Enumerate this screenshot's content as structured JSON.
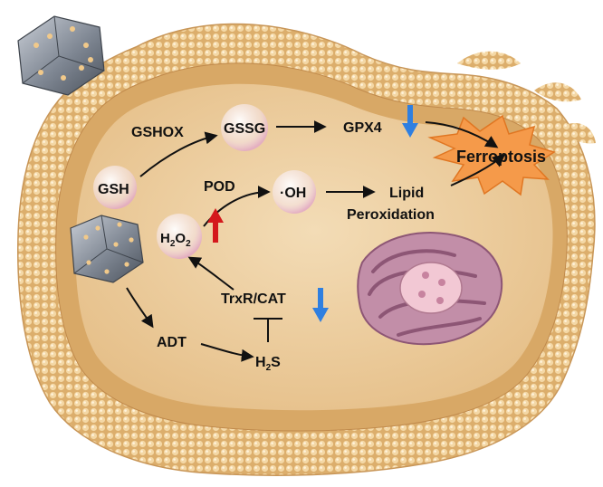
{
  "nodes": {
    "gshox": "GSHOX",
    "gssg": "GSSG",
    "gpx4": "GPX4",
    "ferroptosis": "Ferroptosis",
    "gsh": "GSH",
    "pod": "POD",
    "oh": "·OH",
    "lipid": "Lipid",
    "peroxidation": "Peroxidation",
    "h2o2_main": "H",
    "h2o2_sub": "2",
    "h2o2_mid": "O",
    "h2o2_sub2": "2",
    "trxr_cat": "TrxR/CAT",
    "adt": "ADT",
    "h2s_main": "H",
    "h2s_sub": "2",
    "h2s_end": "S"
  },
  "indicators": {
    "gpx4": "down",
    "h2o2": "up",
    "trxr_cat": "down"
  },
  "colors": {
    "membrane": "#e8c48c",
    "cytoplasm": "#efd3a8",
    "down_arrow": "#2f7fe0",
    "up_arrow": "#d4181c",
    "burst": "#f59a4a",
    "organelle": "#b77a9a"
  }
}
